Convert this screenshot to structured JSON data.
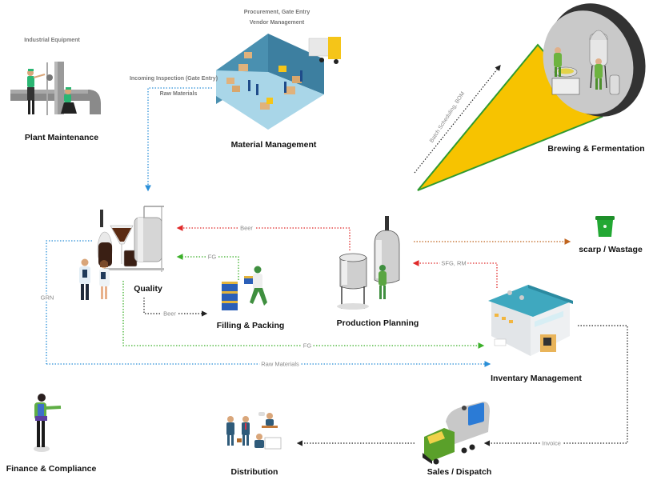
{
  "diagram": {
    "nodes": {
      "plant_maintenance": {
        "title": "Plant Maintenance",
        "sublabel": "Industrial Equipment",
        "icon": "maintenance-workers-pipes"
      },
      "material_management": {
        "title": "Material Management",
        "sublabel_1": "Procurement, Gate Entry",
        "sublabel_2": "Vendor Management",
        "icon": "warehouse-interior"
      },
      "brewing": {
        "title": "Brewing & Fermentation",
        "icon": "brewing-tank-magnifier"
      },
      "quality": {
        "title": "Quality",
        "icon": "lab-scientists-distillery"
      },
      "filling": {
        "title": "Filling & Packing",
        "icon": "worker-crates"
      },
      "production": {
        "title": "Production Planning",
        "icon": "fermentation-tanks"
      },
      "scrap": {
        "title": "scarp / Wastage",
        "icon": "green-trash-bin"
      },
      "inventory": {
        "title": "Inventary Management",
        "icon": "warehouse-building"
      },
      "finance": {
        "title": "Finance & Compliance",
        "icon": "person-pointing"
      },
      "distribution": {
        "title": "Distribution",
        "icon": "business-team"
      },
      "sales": {
        "title": "Sales / Dispatch",
        "icon": "tanker-truck"
      }
    },
    "flows": {
      "incoming_inspection": "Incoming Inspection (Gate Entry)",
      "raw_materials_top": "Raw Materials",
      "batch_scheduling": "Batch Scheduling, BOM",
      "beer_to_quality": "Beer",
      "fg_to_quality": "FG",
      "beer_to_filling": "Beer",
      "sfg_rm": "SFG, RM",
      "grn": "GRN",
      "fg_to_inventory": "FG",
      "raw_materials_bottom": "Raw Materials",
      "invoice": "Invoice"
    },
    "colors": {
      "blue": "#2a8fd8",
      "red": "#e02a2a",
      "green": "#3cb02a",
      "orange": "#c0641e",
      "black": "#222222",
      "cone_yellow": "#f7c300",
      "cone_green": "#2f9a2f"
    }
  }
}
